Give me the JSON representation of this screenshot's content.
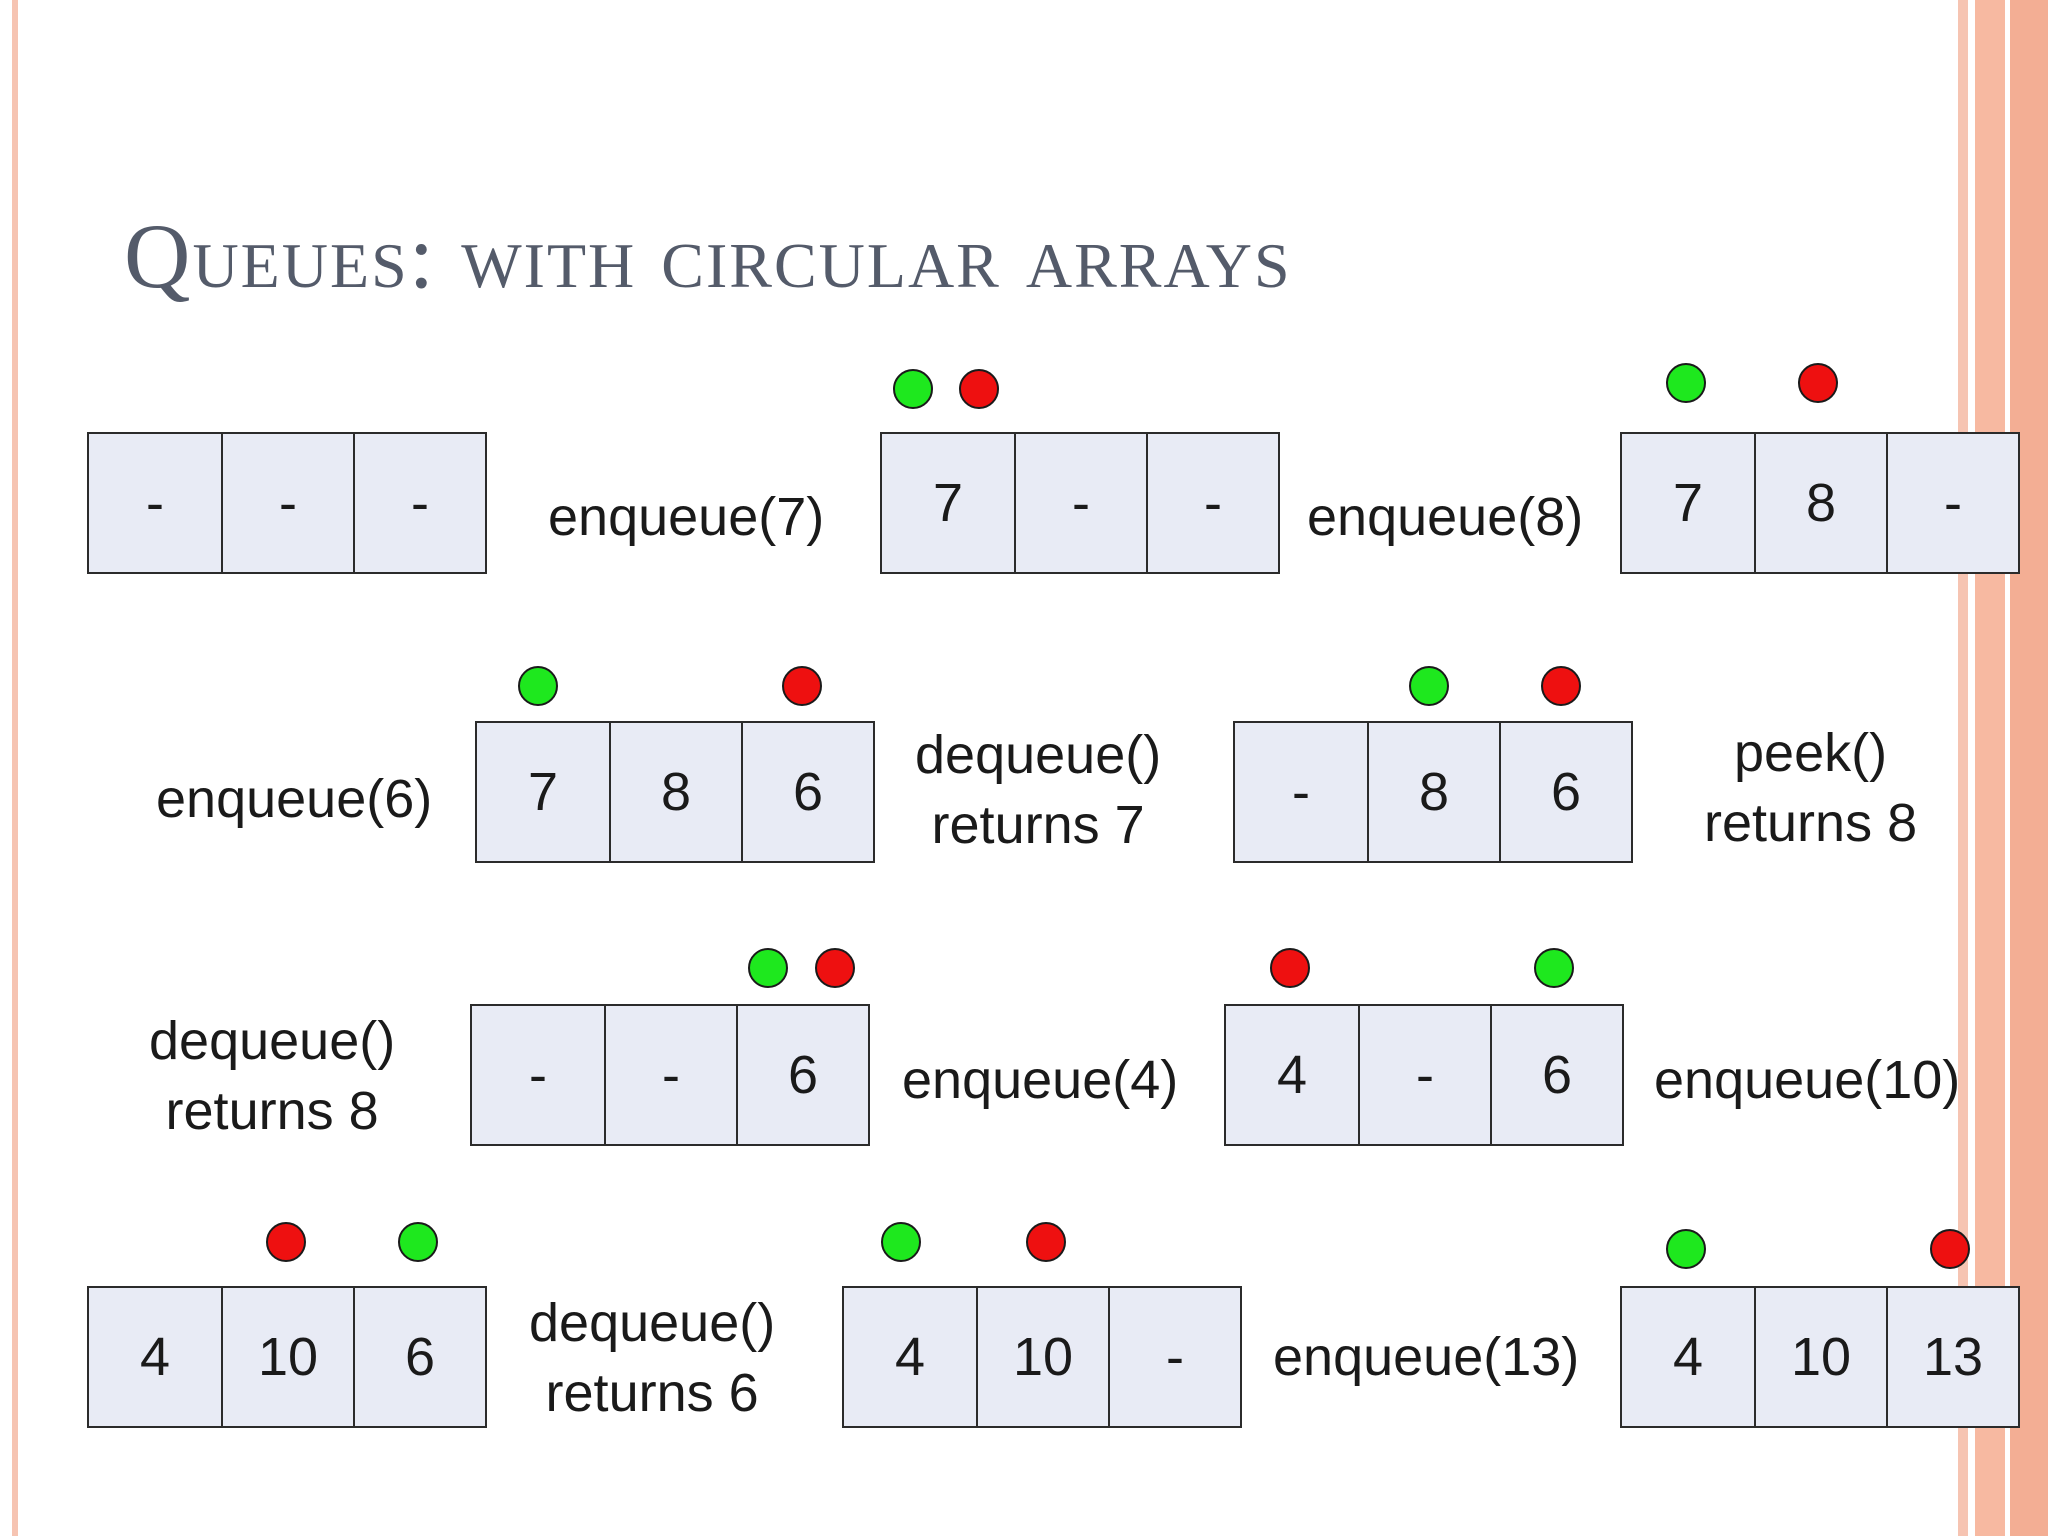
{
  "title": "Queues: with circular arrays",
  "legend": {
    "front_color": "#1ee81e",
    "rear_color": "#ee1010"
  },
  "steps": [
    {
      "cells": [
        "-",
        "-",
        "-"
      ]
    },
    {
      "operation": "enqueue(7)",
      "cells": [
        "7",
        "-",
        "-"
      ]
    },
    {
      "operation": "enqueue(8)",
      "cells": [
        "7",
        "8",
        "-"
      ]
    },
    {
      "operation": "enqueue(6)",
      "cells": [
        "7",
        "8",
        "6"
      ]
    },
    {
      "operation": "dequeue()",
      "result": "returns 7",
      "cells": [
        "-",
        "8",
        "6"
      ]
    },
    {
      "operation": "peek()",
      "result": "returns 8"
    },
    {
      "operation": "dequeue()",
      "result": "returns 8",
      "cells": [
        "-",
        "-",
        "6"
      ]
    },
    {
      "operation": "enqueue(4)",
      "cells": [
        "4",
        "-",
        "6"
      ]
    },
    {
      "operation": "enqueue(10)",
      "cells": [
        "4",
        "10",
        "6"
      ]
    },
    {
      "operation": "dequeue()",
      "result": "returns 6",
      "cells": [
        "4",
        "10",
        "-"
      ]
    },
    {
      "operation": "enqueue(13)",
      "cells": [
        "4",
        "10",
        "13"
      ]
    }
  ]
}
